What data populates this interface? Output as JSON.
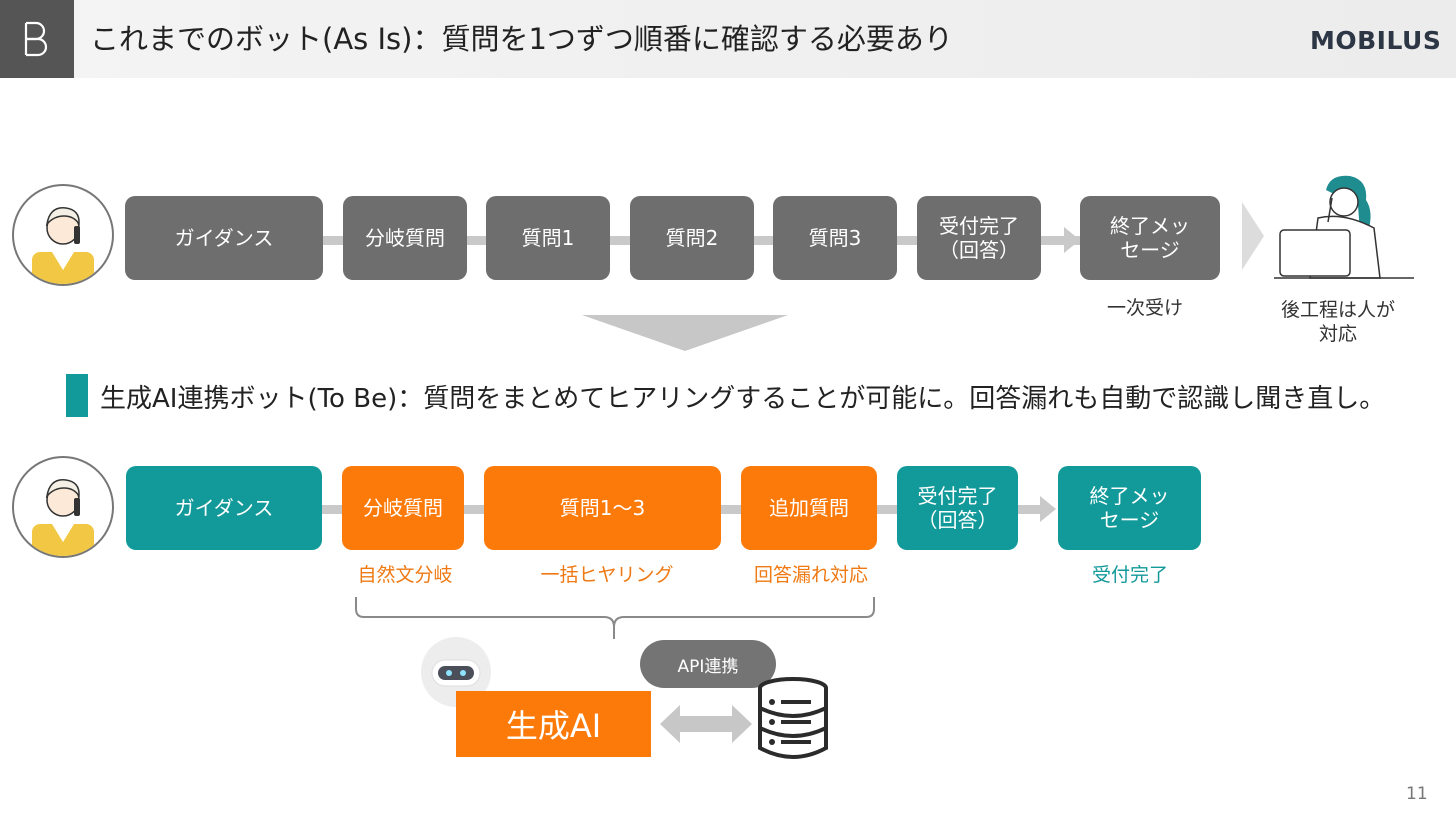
{
  "header": {
    "title": "これまでのボット(As Is)：質問を1つずつ順番に確認する必要あり",
    "brand": "MOBILUS"
  },
  "as_is": {
    "steps": [
      {
        "label": "ガイダンス"
      },
      {
        "label": "分岐質問"
      },
      {
        "label": "質問1"
      },
      {
        "label": "質問2"
      },
      {
        "label": "質問3"
      },
      {
        "label": "受付完了\n（回答）"
      },
      {
        "label": "終了メッ\nセージ"
      }
    ],
    "note_first_receipt": "一次受け",
    "note_human": "後工程は人が\n対応"
  },
  "to_be": {
    "heading": "生成AI連携ボット(To Be)：質問をまとめてヒアリングすることが可能に。回答漏れも自動で認識し聞き直し。",
    "steps": [
      {
        "label": "ガイダンス"
      },
      {
        "label": "分岐質問"
      },
      {
        "label": "質問1～3"
      },
      {
        "label": "追加質問"
      },
      {
        "label": "受付完了\n（回答）"
      },
      {
        "label": "終了メッ\nセージ"
      }
    ],
    "notes": {
      "natural_language_branch": "自然文分岐",
      "bulk_hearing": "一括ヒヤリング",
      "missing_answer": "回答漏れ対応",
      "complete": "受付完了"
    }
  },
  "ai": {
    "label": "生成AI",
    "api_label": "API連携"
  },
  "page_number": "11",
  "colors": {
    "teal": "#12999a",
    "orange": "#fc7a0a",
    "gray_box": "#6e6e6e",
    "connector": "#c9c9c9"
  }
}
